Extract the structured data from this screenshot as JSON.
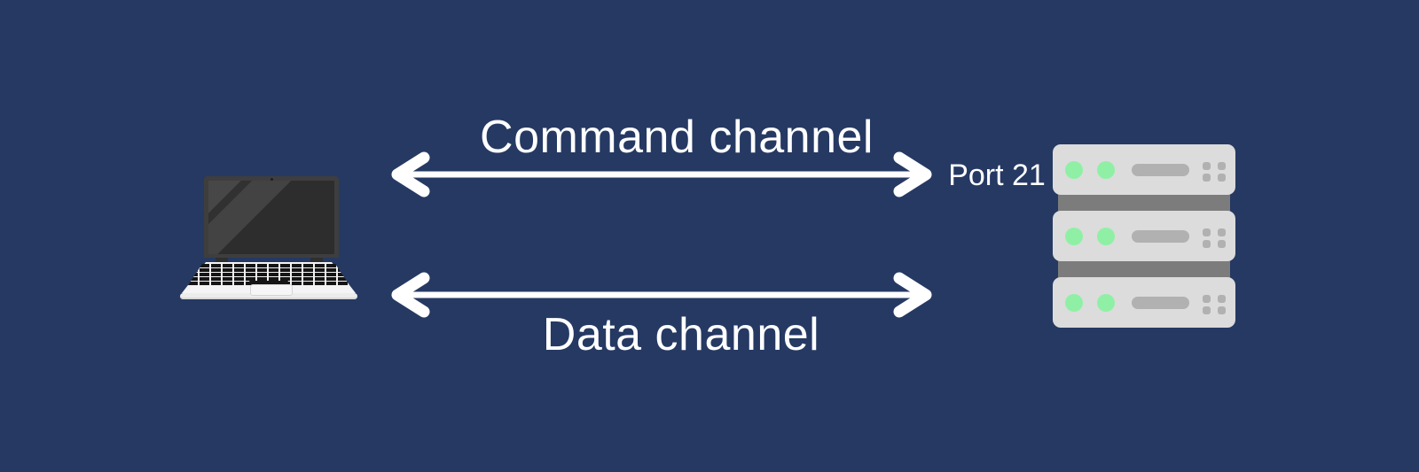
{
  "diagram": {
    "title_implicit": "FTP command and data channels between client and server",
    "background_color": "#253963",
    "text_color": "#ffffff",
    "nodes": {
      "client": {
        "icon": "laptop-icon"
      },
      "server": {
        "icon": "server-rack-icon",
        "units": 3,
        "port_label": "Port 21"
      }
    },
    "edges": [
      {
        "label": "Command channel",
        "from": "client",
        "to": "server",
        "bidirectional": true,
        "color": "#ffffff"
      },
      {
        "label": "Data channel",
        "from": "client",
        "to": "server",
        "bidirectional": true,
        "color": "#ffffff"
      }
    ],
    "colors": {
      "arrow": "#ffffff",
      "server_body": "#dcdcdc",
      "server_band": "#7c7c7c",
      "server_led_green": "#8ff0a5",
      "server_detail_gray": "#b1b1b1",
      "laptop_screen": "#2d2d2d",
      "laptop_frame": "#3e3e3e",
      "laptop_base": "#f4f4f4",
      "laptop_keys": "#151515"
    }
  }
}
